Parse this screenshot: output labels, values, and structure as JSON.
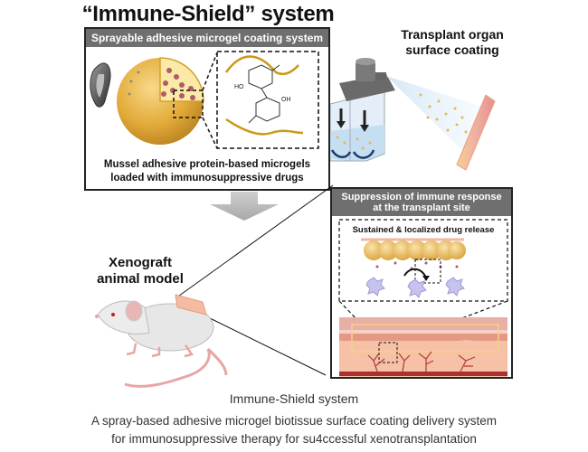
{
  "title": "“Immune-Shield” system",
  "left_panel": {
    "header": "Sprayable adhesive microgel coating system",
    "caption_line1": "Mussel adhesive protein-based microgels",
    "caption_line2": "loaded with immunosuppressive drugs",
    "chem_labels": {
      "ho": "HO",
      "oh": "OH"
    },
    "icons": [
      "mussel-shell-icon",
      "microgel-sphere-icon",
      "catechol-crosslink-structure-icon"
    ]
  },
  "spray_panel": {
    "label_line1": "Transplant organ",
    "label_line2": "surface coating",
    "icons": [
      "spray-bottle-icon",
      "organ-tissue-icon"
    ]
  },
  "arrow": {
    "icon": "down-arrow-icon"
  },
  "animal_panel": {
    "label_line1": "Xenograft",
    "label_line2": "animal model",
    "icons": [
      "mouse-icon",
      "transplant-patch-icon"
    ]
  },
  "right_panel": {
    "header_line1": "Suppression of immune response",
    "header_line2": "at the transplant site",
    "inset_title": "Sustained & localized drug release",
    "icons": [
      "microgel-bead-row-icon",
      "immune-cell-icon",
      "release-arrow-icon",
      "skin-tissue-icon",
      "blood-vessel-icon"
    ]
  },
  "caption": {
    "title": "Immune-Shield system",
    "line1": "A spray-based adhesive microgel biotissue surface coating delivery system",
    "line2": "for immunosuppressive therapy for su4ccessful xenotransplantation"
  },
  "colors": {
    "header_gray": "#6f6f6f",
    "microgel_gold": "#e0a935",
    "drug_dot": "#b05a6a",
    "tissue_pink": "#f4b9a0",
    "vessel_red": "#b23a3a",
    "immune_cell": "#a9a6dc"
  }
}
